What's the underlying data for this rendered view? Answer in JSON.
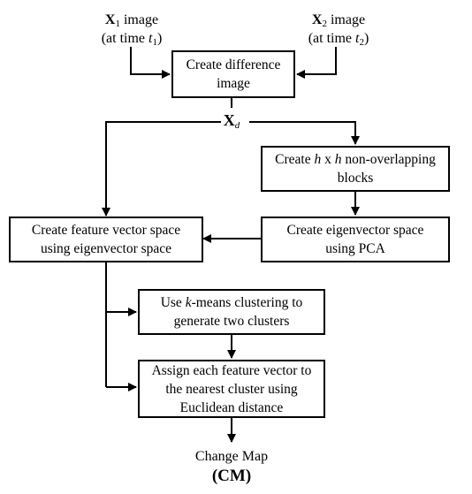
{
  "inputs": {
    "x1": {
      "symbol": "X",
      "sub": "1",
      "word": " image",
      "time_prefix": "(at time ",
      "time_var": "t",
      "time_sub": "1",
      "time_suffix": ")"
    },
    "x2": {
      "symbol": "X",
      "sub": "2",
      "word": " image",
      "time_prefix": "(at time ",
      "time_var": "t",
      "time_sub": "2",
      "time_suffix": ")"
    }
  },
  "diff": {
    "line1": "Create difference",
    "line2": "image"
  },
  "xd": {
    "symbol": "X",
    "sub": "d"
  },
  "blocks": {
    "pre": "Create ",
    "h1": "h",
    "mid": " x ",
    "h2": "h",
    "post": " non-overlapping",
    "line2": "blocks"
  },
  "eigen": {
    "line1": "Create eigenvector space",
    "line2": "using PCA"
  },
  "feature": {
    "line1": "Create feature vector space",
    "line2": "using eigenvector space"
  },
  "kmeans": {
    "pre": "Use ",
    "k": "k",
    "post": "-means clustering to",
    "line2": "generate two clusters"
  },
  "assign": {
    "line1": "Assign each feature vector to",
    "line2": "the nearest cluster using",
    "line3": "Euclidean distance"
  },
  "output": {
    "line1": "Change Map",
    "paren_open": "(",
    "cm": "CM",
    "paren_close": ")"
  }
}
